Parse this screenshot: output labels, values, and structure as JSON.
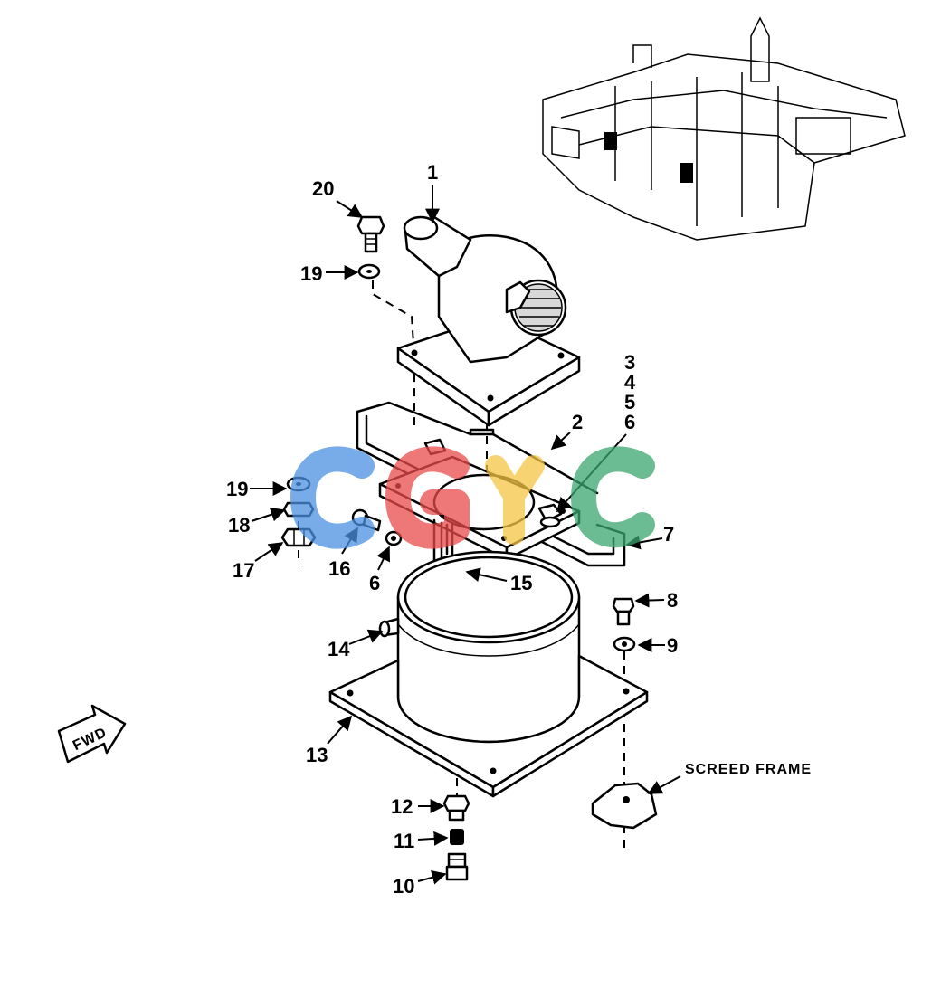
{
  "callouts": {
    "c1": "1",
    "c2": "2",
    "c3": "3",
    "c4": "4",
    "c5": "5",
    "c6a": "6",
    "c6b": "6",
    "c7": "7",
    "c8": "8",
    "c9": "9",
    "c10": "10",
    "c11": "11",
    "c12": "12",
    "c13": "13",
    "c14": "14",
    "c15": "15",
    "c16": "16",
    "c17": "17",
    "c18": "18",
    "c19a": "19",
    "c19b": "19",
    "c20": "20"
  },
  "labels": {
    "screed_frame": "SCREED FRAME",
    "fwd": "FWD"
  },
  "watermark": {
    "colors": [
      "#4a90e2",
      "#e94b4b",
      "#f5c542",
      "#3aa66e"
    ]
  }
}
